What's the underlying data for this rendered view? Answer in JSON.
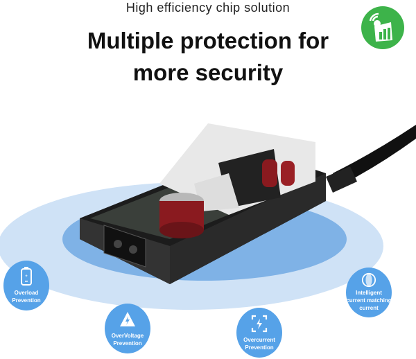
{
  "header": {
    "subtitle": "High efficiency chip solution",
    "title_line1": "Multiple protection for",
    "title_line2": "more security"
  },
  "logo": {
    "icon": "wifi-chart-icon",
    "color": "#3db34a"
  },
  "features": [
    {
      "label1": "Overload",
      "label2": "Prevention",
      "icon": "battery-icon"
    },
    {
      "label1": "OverVoltage",
      "label2": "Prevention",
      "icon": "warning-bolt-icon"
    },
    {
      "label1": "Overcurrent",
      "label2": "Prevention",
      "icon": "bolt-frame-icon"
    },
    {
      "label1": "Intelligent",
      "label2": "current matching",
      "label3": "current",
      "icon": "circles-icon"
    }
  ],
  "colors": {
    "badge": "#56a2e8",
    "ellipse_outer": "#cfe2f6",
    "ellipse_inner": "#7fb2e6"
  }
}
